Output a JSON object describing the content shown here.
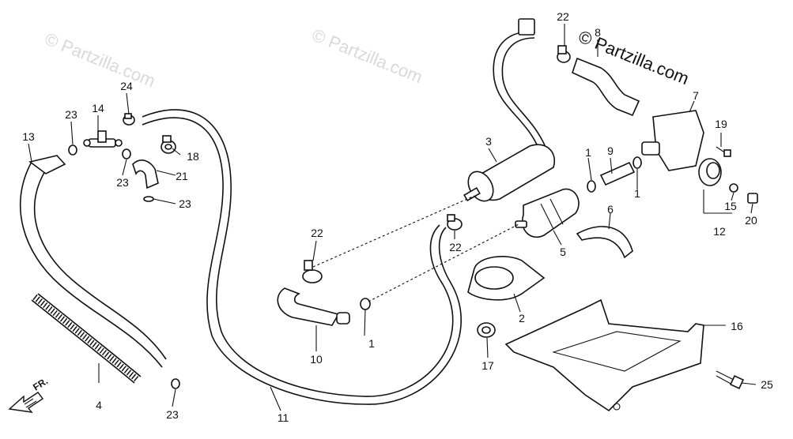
{
  "watermarks": [
    "© Partzilla.com",
    "© Partzilla.com"
  ],
  "brand": "© Partzilla.com",
  "direction_label": "FR.",
  "callouts": [
    "1",
    "1",
    "1",
    "2",
    "3",
    "4",
    "5",
    "6",
    "7",
    "8",
    "9",
    "10",
    "11",
    "12",
    "13",
    "14",
    "15",
    "16",
    "17",
    "18",
    "19",
    "20",
    "21",
    "22",
    "22",
    "22",
    "23",
    "23",
    "23",
    "23",
    "24",
    "25"
  ]
}
